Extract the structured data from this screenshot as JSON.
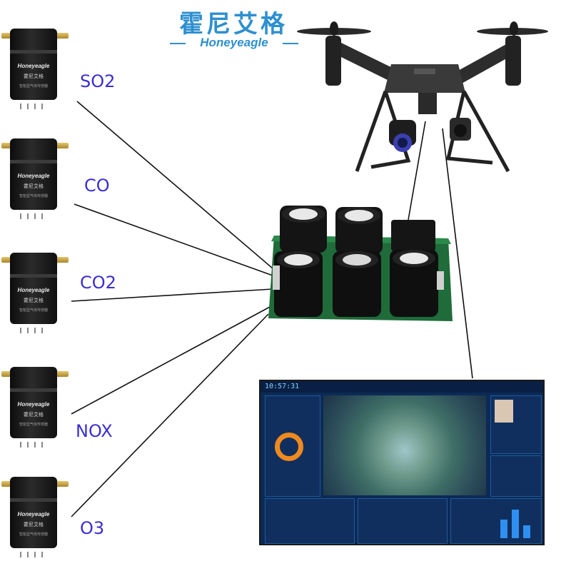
{
  "brand": {
    "name_cn": "霍尼艾格",
    "name_en": "Honeyeagle"
  },
  "sensors": [
    {
      "label": "SO2",
      "brand": "Honeyeagle",
      "cn": "霍尼艾格",
      "sub": "智能型气体传感器"
    },
    {
      "label": "CO",
      "brand": "Honeyeagle",
      "cn": "霍尼艾格",
      "sub": "智能型气体传感器"
    },
    {
      "label": "CO2",
      "brand": "Honeyeagle",
      "cn": "霍尼艾格",
      "sub": "智能型气体传感器"
    },
    {
      "label": "NOX",
      "brand": "Honeyeagle",
      "cn": "霍尼艾格",
      "sub": "智能型气体传感器"
    },
    {
      "label": "O3",
      "brand": "Honeyeagle",
      "cn": "霍尼艾格",
      "sub": "智能型气体传感器"
    }
  ],
  "dashboard": {
    "clock": "10:57:31"
  },
  "colors": {
    "brand_blue": "#2d8fd0",
    "label_blue": "#3a2fd0",
    "pcb_green": "#1f6b3a",
    "dashboard_bg": "#0b2a55"
  },
  "icons": [
    "drone-icon",
    "sensor-module-icon",
    "gas-sensor-icon",
    "dashboard-screen-icon"
  ]
}
